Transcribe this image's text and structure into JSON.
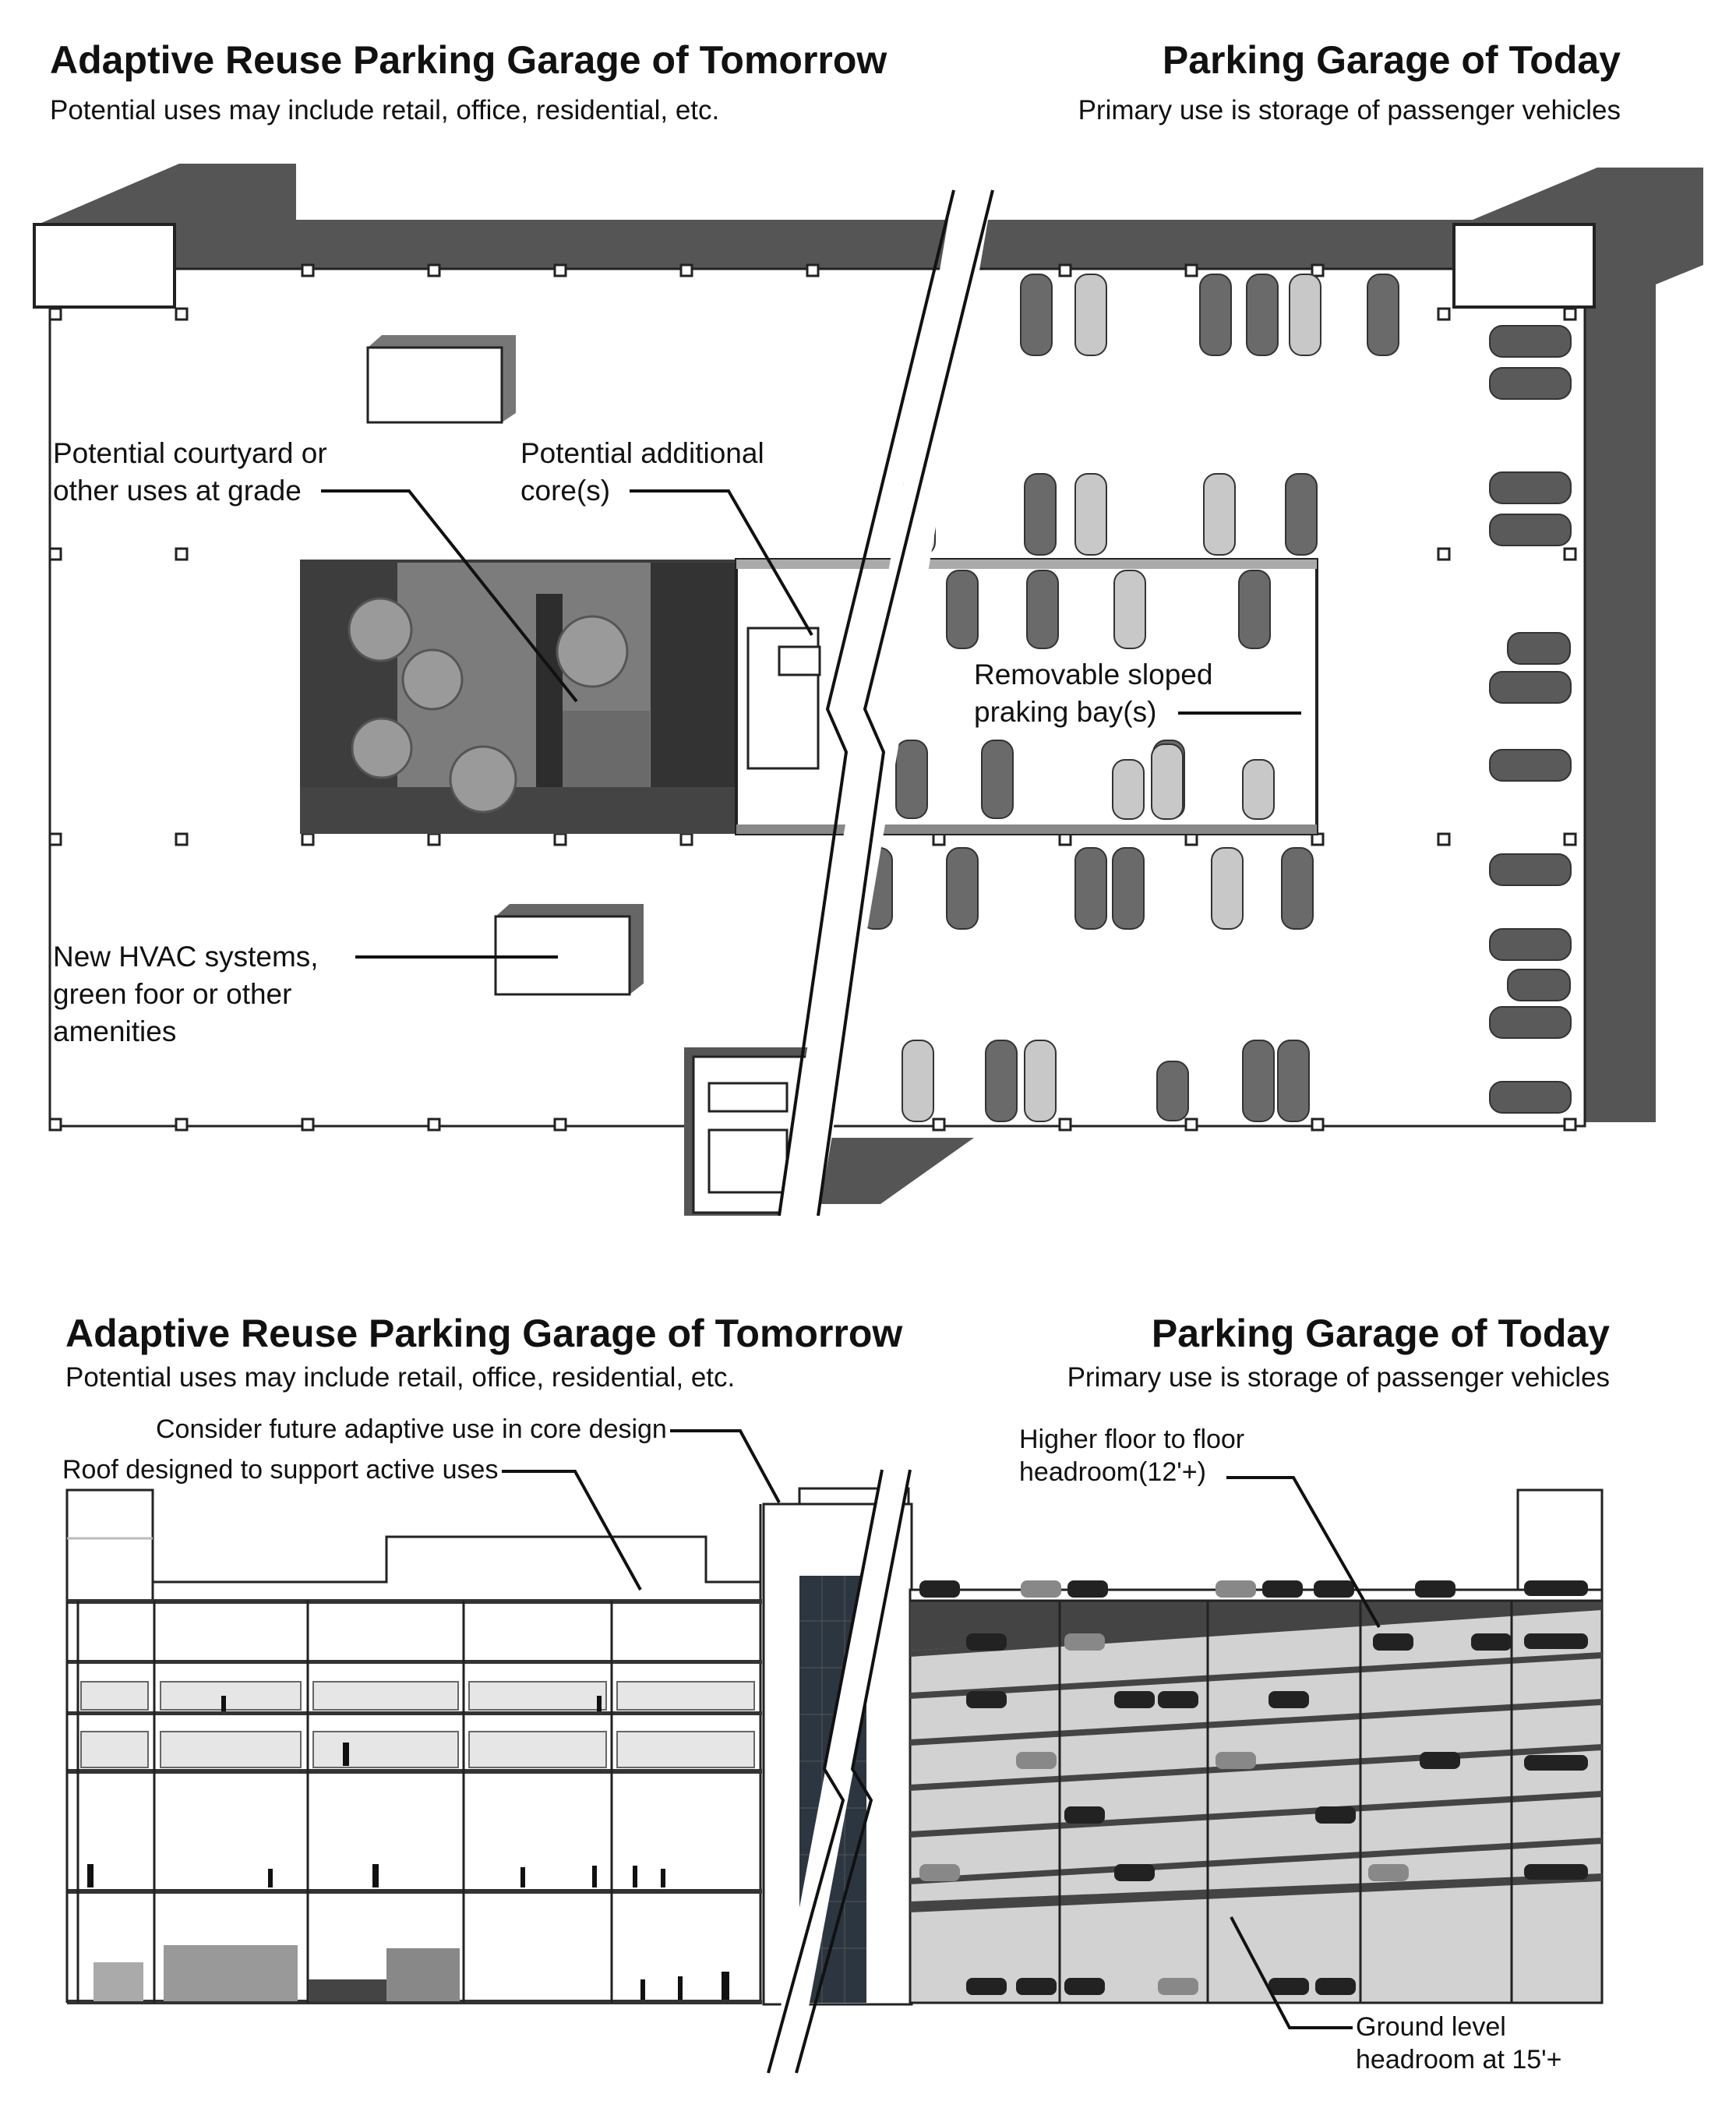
{
  "plan": {
    "left_title": "Adaptive Reuse Parking Garage of Tomorrow",
    "left_subtitle": "Potential uses may include retail, office, residential, etc.",
    "right_title": "Parking Garage of Today",
    "right_subtitle": "Primary use is storage of passenger vehicles",
    "annotations": {
      "courtyard": [
        "Potential courtyard or",
        "other uses at grade"
      ],
      "core": [
        "Potential additional",
        "core(s)"
      ],
      "bays": [
        "Removable sloped",
        "praking bay(s)"
      ],
      "hvac": [
        "New HVAC systems,",
        "green foor or other",
        "amenities"
      ]
    }
  },
  "elevation": {
    "left_title": "Adaptive Reuse Parking Garage of Tomorrow",
    "left_subtitle": "Potential uses may include retail, office, residential, etc.",
    "right_title": "Parking Garage of Today",
    "right_subtitle": "Primary use is storage of passenger vehicles",
    "annotations": {
      "core_design": "Consider future adaptive use in core design",
      "roof": "Roof designed to support active uses",
      "headroom": [
        "Higher floor to floor",
        "headroom(12'+)"
      ],
      "ground": [
        "Ground level",
        "headroom at 15'+"
      ]
    }
  },
  "colors": {
    "wall_dark": "#555555",
    "courtyard": "#3a3a3a",
    "courtyard_mid": "#7a7a7a",
    "slab_light": "#cfcfcf",
    "core_glass": "#2c3640"
  }
}
